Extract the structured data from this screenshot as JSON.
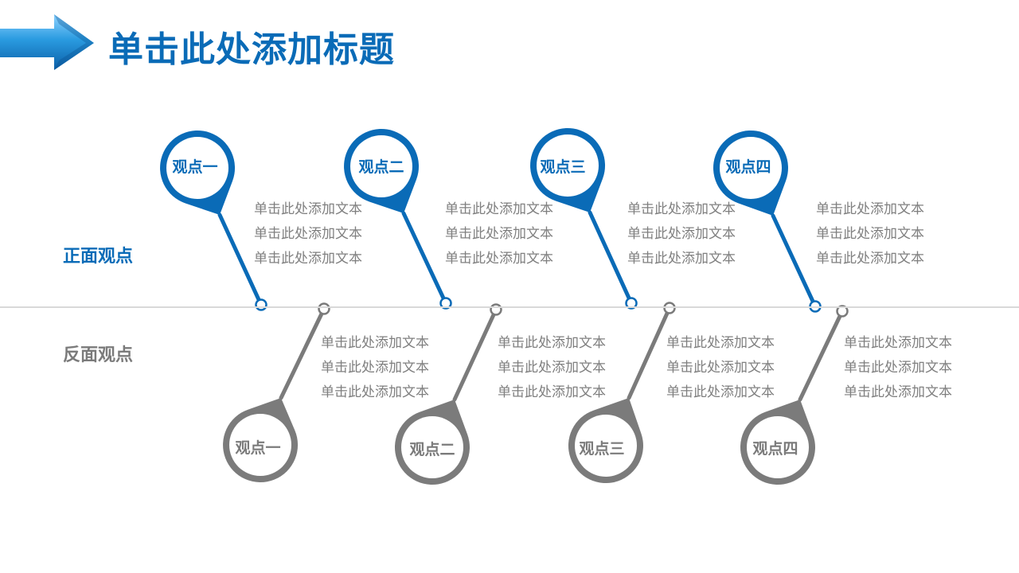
{
  "title": "单击此处添加标题",
  "side": {
    "positive": "正面观点",
    "negative": "反面观点"
  },
  "colors": {
    "accent_blue": "#0a6bb7",
    "accent_gray": "#7b7b7b",
    "body_text": "#7f7f7f"
  },
  "top": [
    {
      "label": "观点一",
      "lines": [
        "单击此处添加文本",
        "单击此处添加文本",
        "单击此处添加文本"
      ]
    },
    {
      "label": "观点二",
      "lines": [
        "单击此处添加文本",
        "单击此处添加文本",
        "单击此处添加文本"
      ]
    },
    {
      "label": "观点三",
      "lines": [
        "单击此处添加文本",
        "单击此处添加文本",
        "单击此处添加文本"
      ]
    },
    {
      "label": "观点四",
      "lines": [
        "单击此处添加文本",
        "单击此处添加文本",
        "单击此处添加文本"
      ]
    }
  ],
  "bottom": [
    {
      "label": "观点一",
      "lines": [
        "单击此处添加文本",
        "单击此处添加文本",
        "单击此处添加文本"
      ]
    },
    {
      "label": "观点二",
      "lines": [
        "单击此处添加文本",
        "单击此处添加文本",
        "单击此处添加文本"
      ]
    },
    {
      "label": "观点三",
      "lines": [
        "单击此处添加文本",
        "单击此处添加文本",
        "单击此处添加文本"
      ]
    },
    {
      "label": "观点四",
      "lines": [
        "单击此处添加文本",
        "单击此处添加文本",
        "单击此处添加文本"
      ]
    }
  ]
}
